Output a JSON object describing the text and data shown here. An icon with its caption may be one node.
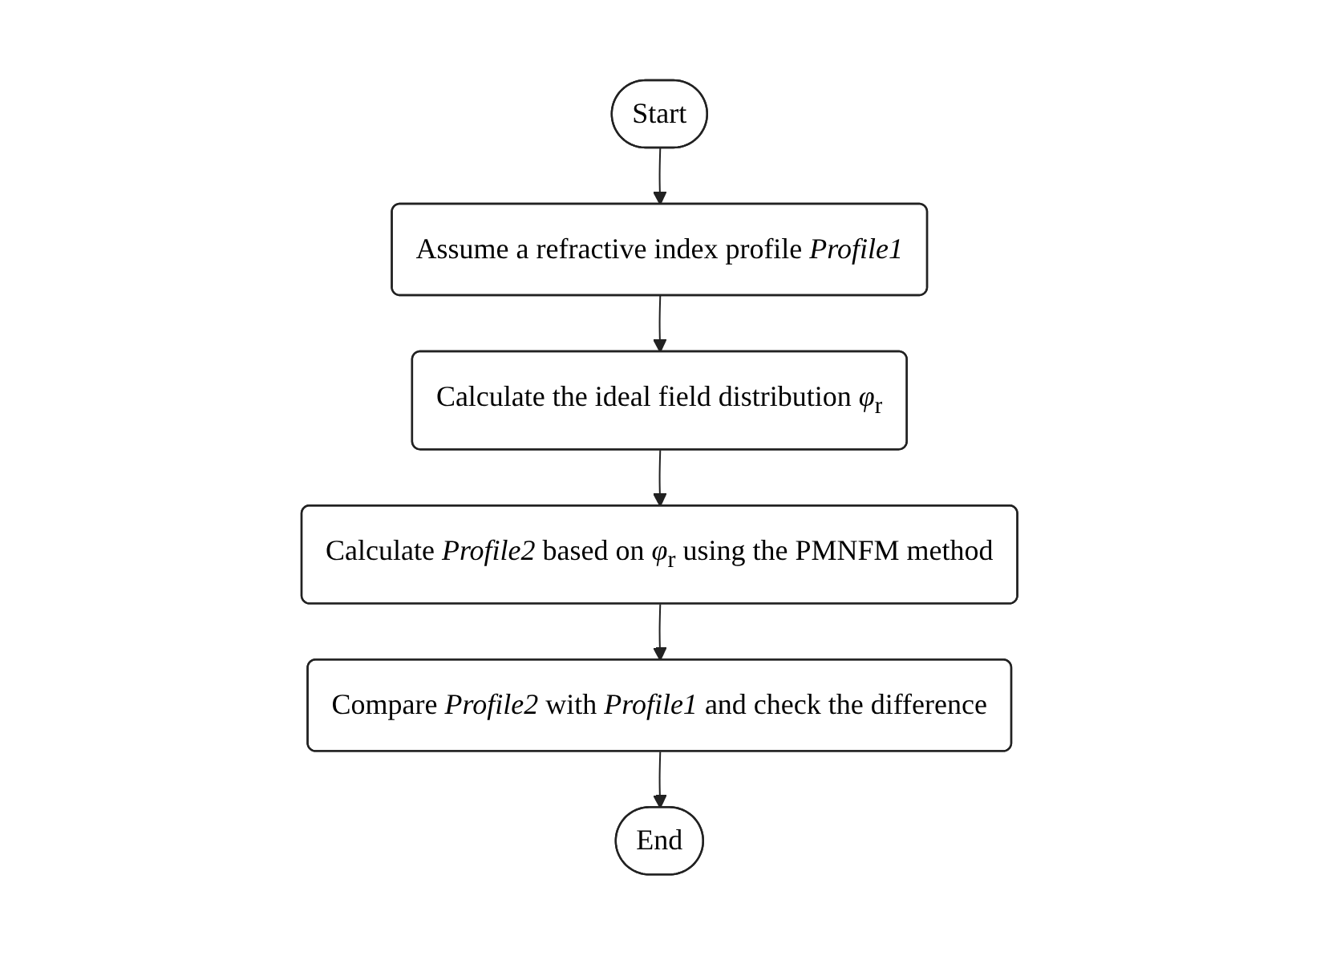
{
  "diagram": {
    "nodes": [
      {
        "text": [
          "Start"
        ]
      },
      {
        "text": [
          "Assume a refractive index profile *Profile1*"
        ]
      },
      {
        "text": [
          "Calculate the ideal field distribution *φ*$_{r}$"
        ]
      },
      {
        "text": [
          "Calculate *Profile2* based on *φ*$_{r}$ using the PMNFM method"
        ]
      },
      {
        "text": [
          "Compare *Profile2* with *Profile1* and check the difference"
        ]
      },
      {
        "text": [
          "End"
        ]
      }
    ],
    "edges": [
      {
        "from": 0,
        "to": 1,
        "arrow": "to"
      },
      {
        "from": 1,
        "to": 2,
        "arrow": "to"
      },
      {
        "from": 2,
        "to": 3,
        "arrow": "to"
      },
      {
        "from": 3,
        "to": 4,
        "arrow": "to"
      },
      {
        "from": 4,
        "to": 5,
        "arrow": "to"
      }
    ]
  }
}
